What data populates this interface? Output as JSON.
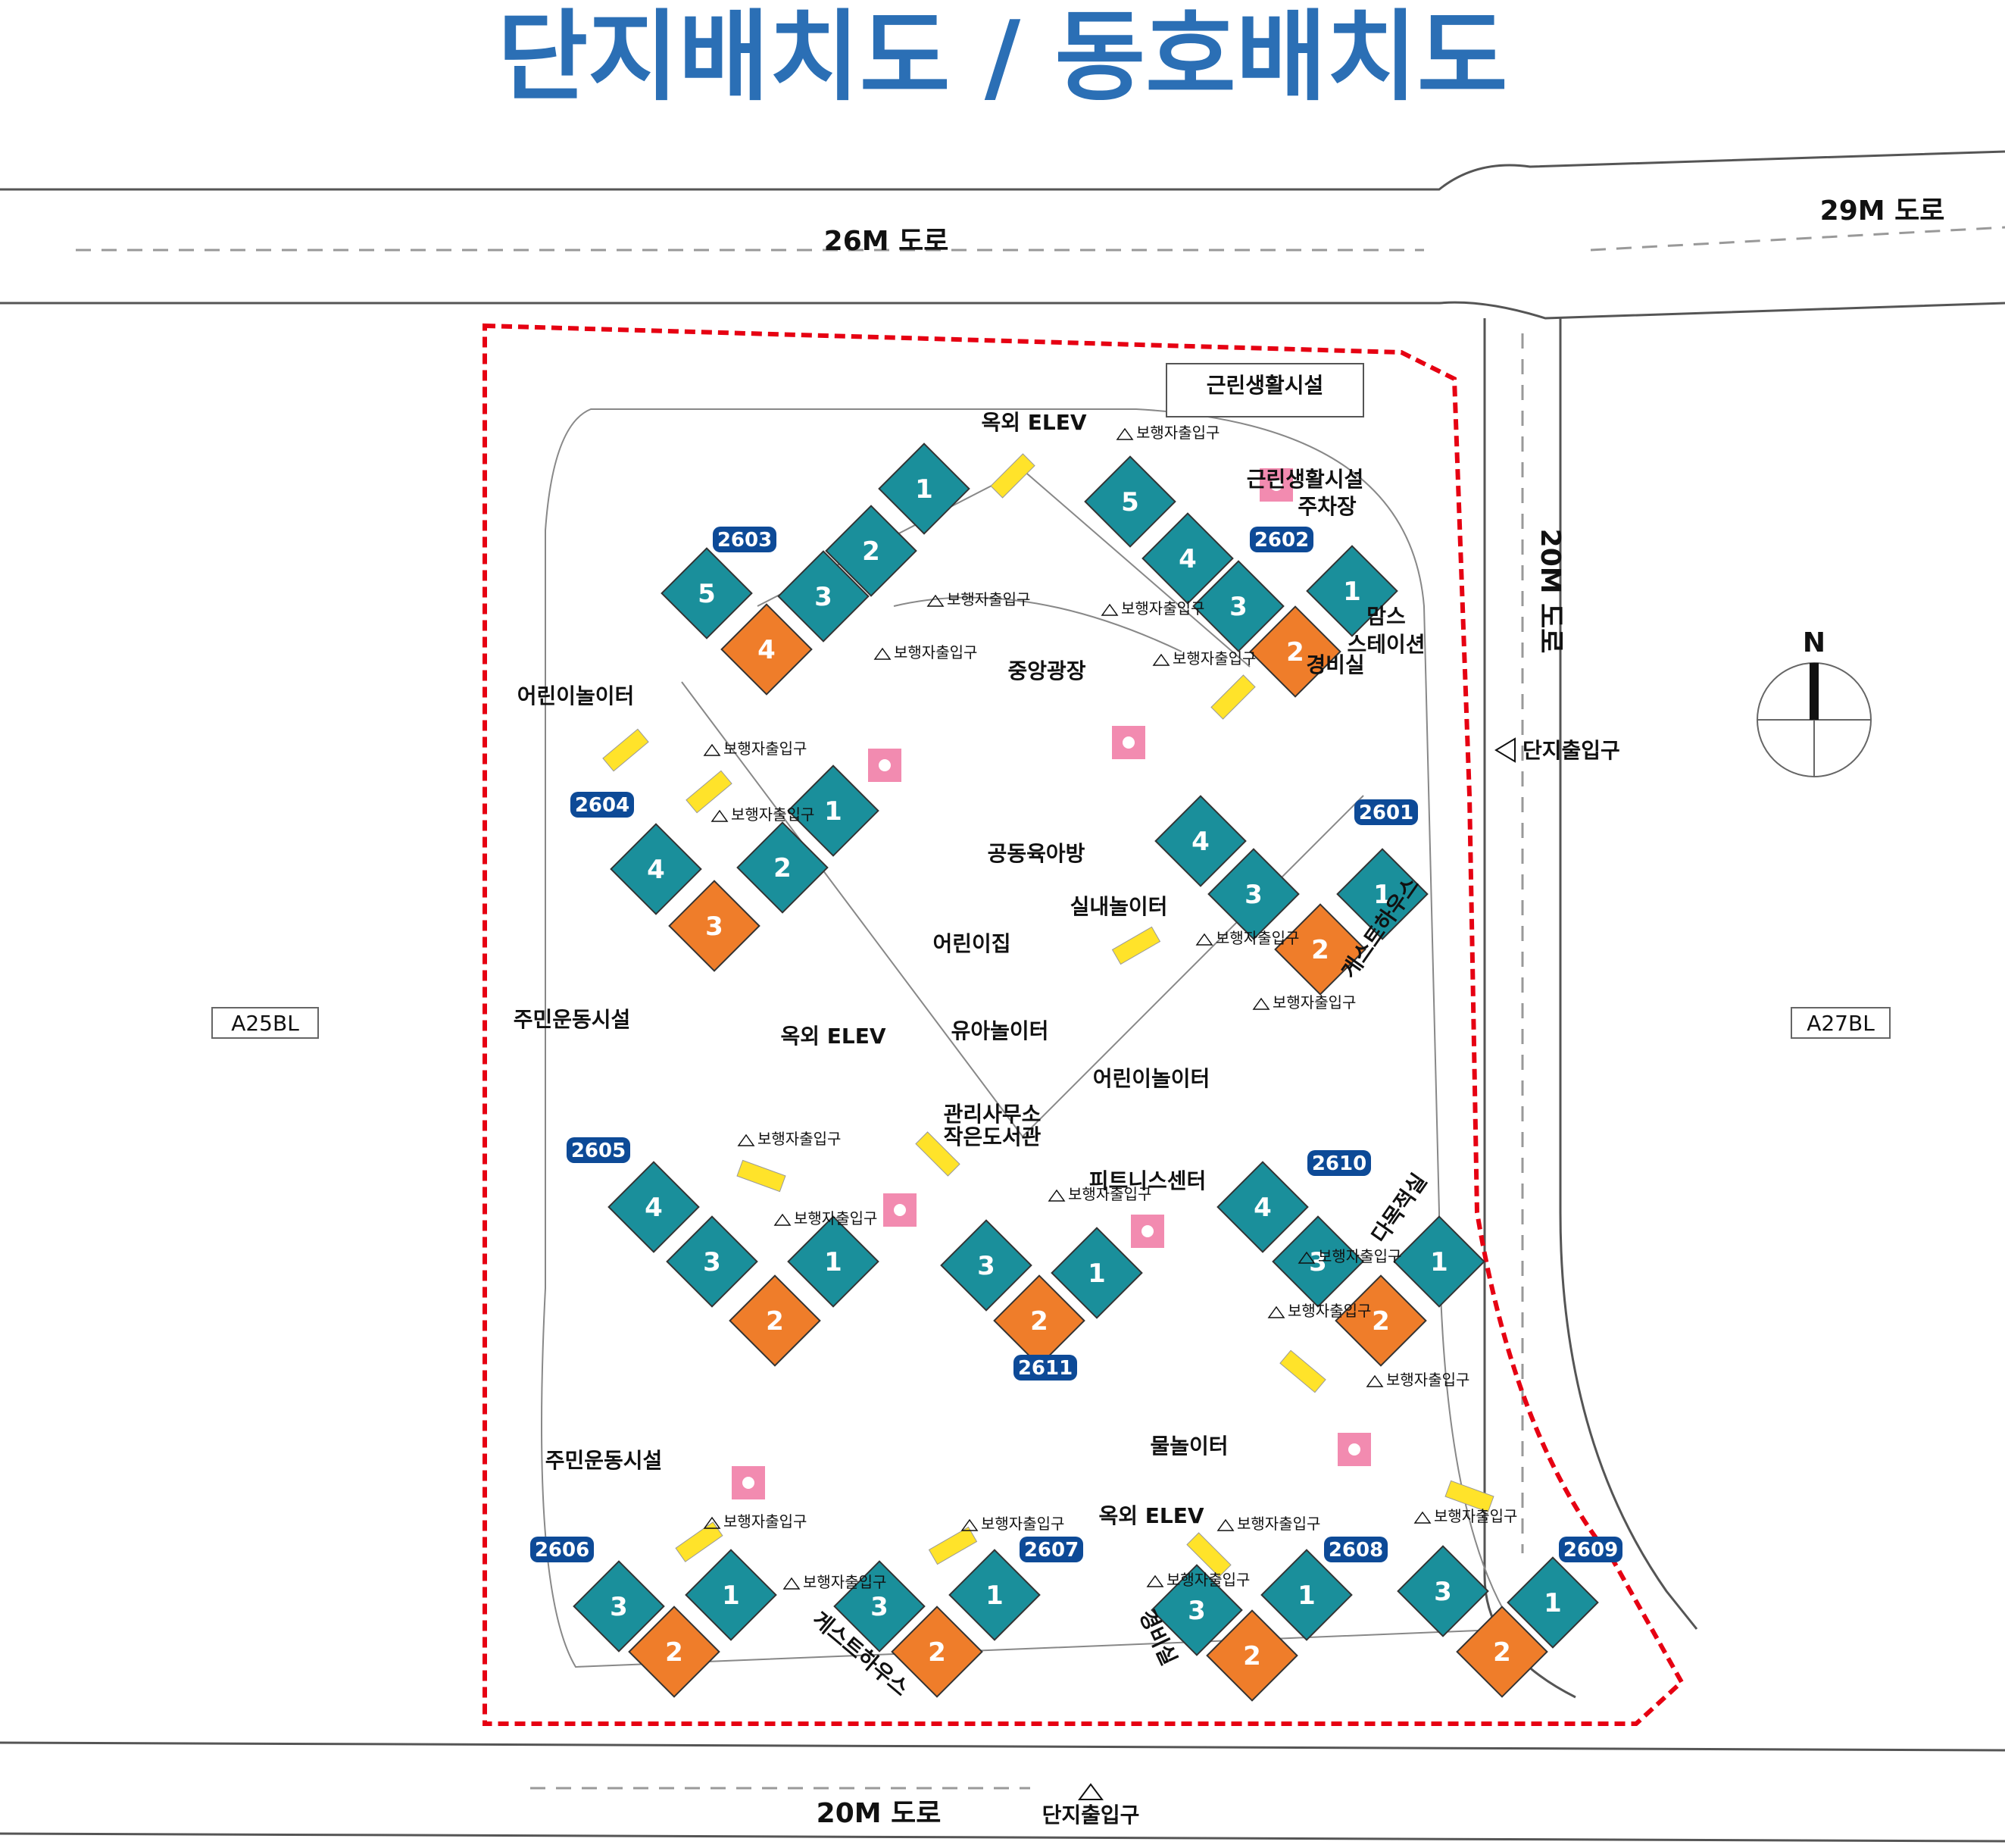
{
  "title": "단지배치도 / 동호배치도",
  "colors": {
    "title": "#2b6fb5",
    "badge": "#0d4a97",
    "unit_teal": "#1a8f9b",
    "unit_orange": "#ef7d2a",
    "bike_yellow": "#ffe32a",
    "amenity_pink": "#f28bb0",
    "boundary_red": "#e60012"
  },
  "roads": {
    "north_26m": "26M 도로",
    "north_29m": "29M 도로",
    "east_20m": "20M 도로",
    "south_20m": "20M 도로"
  },
  "neighbors": {
    "west": "A25BL",
    "east": "A27BL"
  },
  "compass": {
    "label": "N"
  },
  "entrances": {
    "east": "단지출입구",
    "south": "단지출입구"
  },
  "facilities": {
    "neighborhood_facility_top": "근린생활시설",
    "neighborhood_facility_parking_1": "근린생활시설",
    "neighborhood_facility_parking_2": "주차장",
    "outdoor_elev_top": "옥외 ELEV",
    "outdoor_elev_mid": "옥외 ELEV",
    "outdoor_elev_bottom": "옥외 ELEV",
    "central_plaza": "중앙광장",
    "playground_nw": "어린이놀이터",
    "playground_center": "어린이놀이터",
    "community_childcare": "공동육아방",
    "indoor_playground": "실내놀이터",
    "daycare": "어린이집",
    "toddler_playground": "유아놀이터",
    "resident_sports_1": "주민운동시설",
    "resident_sports_2": "주민운동시설",
    "mgmt_office_1": "관리사무소",
    "mgmt_office_2": "작은도서관",
    "fitness_center": "피트니스센터",
    "multipurpose_room": "다목적실",
    "water_playground": "물놀이터",
    "guest_house_east": "게스트하우스",
    "guest_house_south": "게스트하우스",
    "guard_north": "경비실",
    "guard_south": "경비실",
    "mom_station_1": "맘스",
    "mom_station_2": "스테이션",
    "pedestrian_entrance": "보행자출입구"
  },
  "buildings": [
    {
      "id": "2601",
      "units": [
        "1",
        "2",
        "3",
        "4"
      ]
    },
    {
      "id": "2602",
      "units": [
        "1",
        "2",
        "3",
        "4",
        "5"
      ]
    },
    {
      "id": "2603",
      "units": [
        "1",
        "2",
        "3",
        "4",
        "5"
      ]
    },
    {
      "id": "2604",
      "units": [
        "1",
        "2",
        "3",
        "4"
      ]
    },
    {
      "id": "2605",
      "units": [
        "1",
        "2",
        "3",
        "4"
      ]
    },
    {
      "id": "2606",
      "units": [
        "1",
        "2",
        "3"
      ]
    },
    {
      "id": "2607",
      "units": [
        "1",
        "2",
        "3"
      ]
    },
    {
      "id": "2608",
      "units": [
        "1",
        "2",
        "3"
      ]
    },
    {
      "id": "2609",
      "units": [
        "1",
        "2",
        "3"
      ]
    },
    {
      "id": "2610",
      "units": [
        "1",
        "2",
        "3",
        "4"
      ]
    },
    {
      "id": "2611",
      "units": [
        "1",
        "2",
        "3"
      ]
    }
  ]
}
